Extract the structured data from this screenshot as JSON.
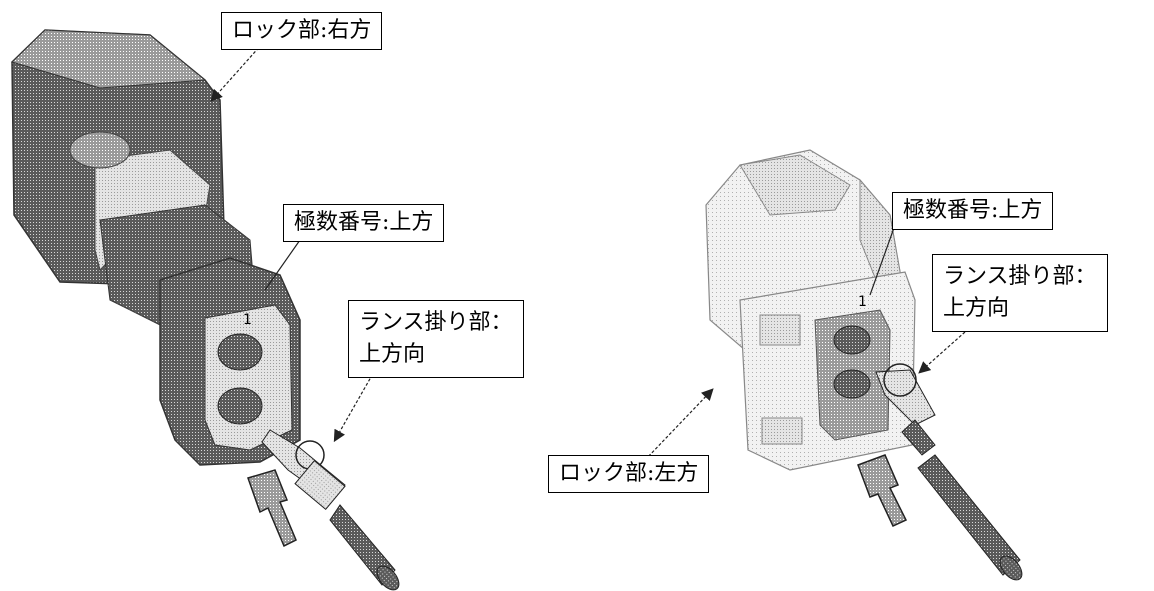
{
  "left_figure": {
    "lock_label": "ロック部:右方",
    "pole_label": "極数番号:上方",
    "lance_label_line1": "ランス掛り部：",
    "lance_label_line2": "上方向",
    "pole_mark": "1"
  },
  "right_figure": {
    "lock_label": "ロック部:左方",
    "pole_label": "極数番号:上方",
    "lance_label_line1": "ランス掛り部：",
    "lance_label_line2": "上方向",
    "pole_mark": "1"
  }
}
